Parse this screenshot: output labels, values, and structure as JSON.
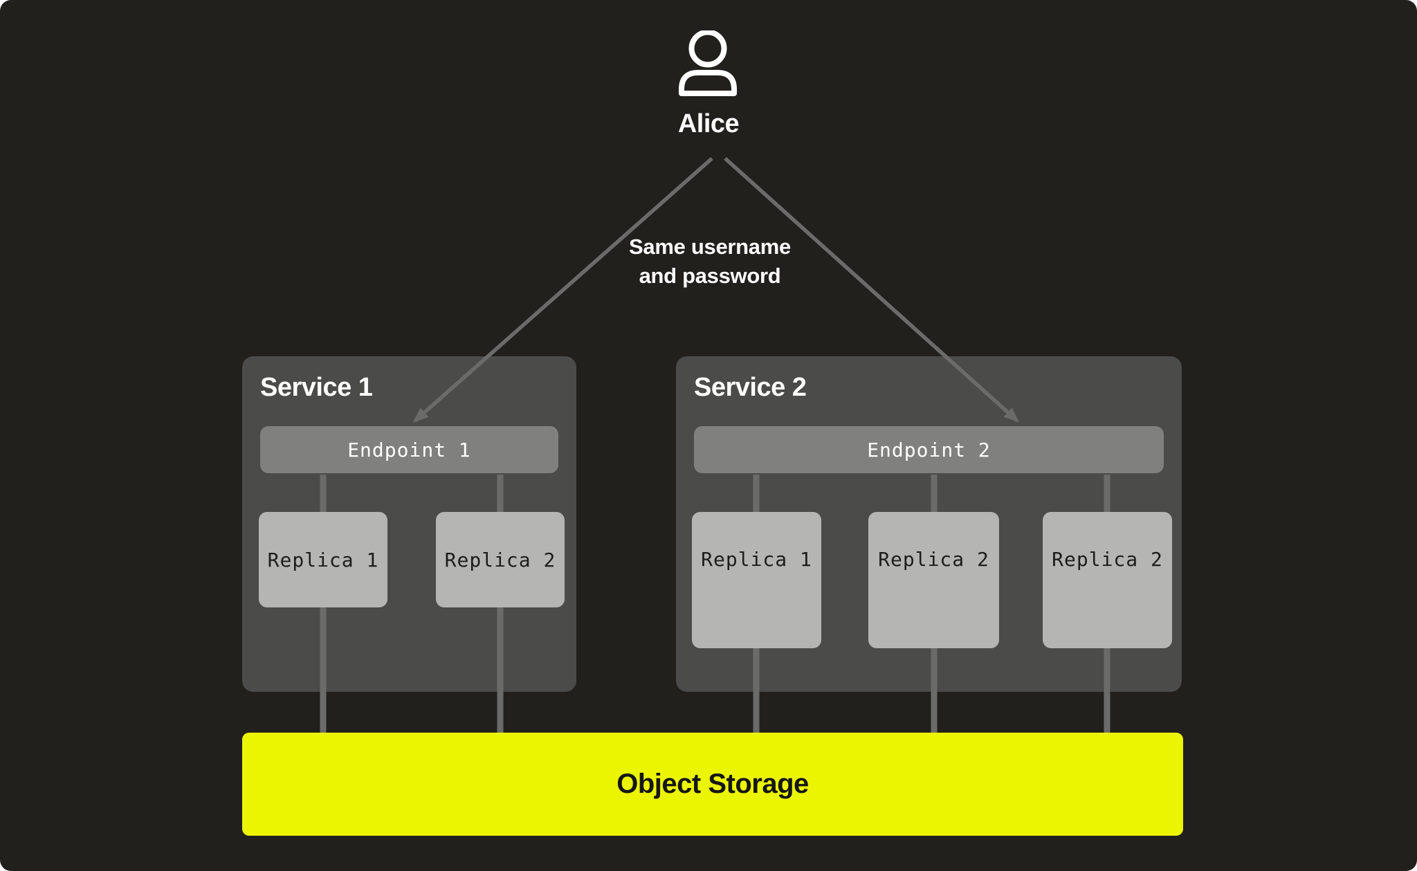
{
  "user": {
    "name": "Alice",
    "icon": "person-icon"
  },
  "note": {
    "line1": "Same username",
    "line2": "and password"
  },
  "services": [
    {
      "title": "Service 1",
      "endpoint": {
        "label": "Endpoint 1"
      },
      "replicas": [
        {
          "label": "Replica 1"
        },
        {
          "label": "Replica 2"
        }
      ]
    },
    {
      "title": "Service 2",
      "endpoint": {
        "label": "Endpoint 2"
      },
      "replicas": [
        {
          "label": "Replica 1"
        },
        {
          "label": "Replica 2"
        },
        {
          "label": "Replica 2"
        }
      ]
    }
  ],
  "storage": {
    "label": "Object Storage",
    "color": "#ebf502"
  },
  "colors": {
    "background": "#21201c",
    "service_box": "#4b4b49",
    "endpoint_bar": "#80807e",
    "replica_card": "#b5b5b3",
    "connector_gray": "#6b6b69",
    "storage_yellow": "#ebf502",
    "text_light": "#ffffff",
    "text_dark": "#1d1d1a"
  }
}
